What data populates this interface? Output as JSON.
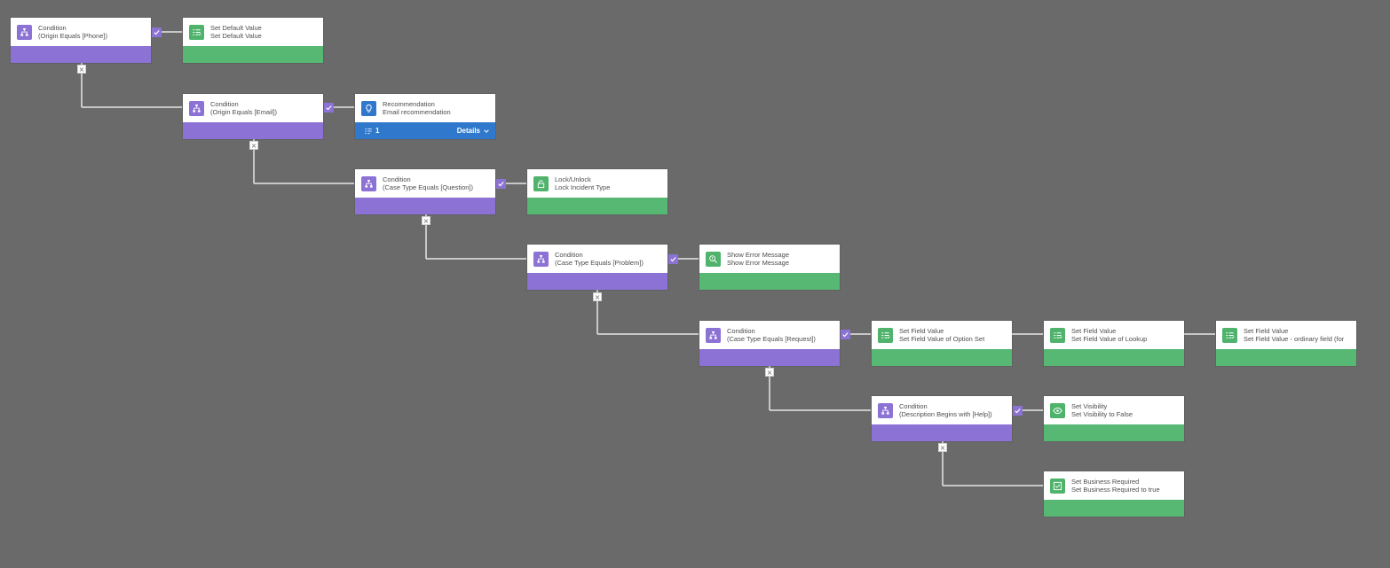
{
  "nodes": {
    "c1": {
      "type": "Condition",
      "detail": "(Origin Equals [Phone])"
    },
    "a1": {
      "type": "Set Default Value",
      "detail": "Set Default Value"
    },
    "c2": {
      "type": "Condition",
      "detail": "(Origin Equals [Email])"
    },
    "r1": {
      "type": "Recommendation",
      "detail": "Email recommendation",
      "count": "1",
      "details_label": "Details"
    },
    "c3": {
      "type": "Condition",
      "detail": "(Case Type Equals [Question])"
    },
    "a3": {
      "type": "Lock/Unlock",
      "detail": "Lock Incident Type"
    },
    "c4": {
      "type": "Condition",
      "detail": "(Case Type Equals [Problem])"
    },
    "a4": {
      "type": "Show Error Message",
      "detail": "Show Error Message"
    },
    "c5": {
      "type": "Condition",
      "detail": "(Case Type Equals [Request])"
    },
    "a5a": {
      "type": "Set Field Value",
      "detail": "Set Field Value of Option Set"
    },
    "a5b": {
      "type": "Set Field Value",
      "detail": "Set Field Value of Lookup"
    },
    "a5c": {
      "type": "Set Field Value",
      "detail": "Set Field Value - ordinary field (for"
    },
    "c6": {
      "type": "Condition",
      "detail": "(Description Begins with [Help])"
    },
    "a6": {
      "type": "Set Visibility",
      "detail": "Set Visibility to False"
    },
    "a7": {
      "type": "Set Business Required",
      "detail": "Set Business Required to true"
    }
  },
  "colors": {
    "canvas": "#6a6a6a",
    "condition": "#8b72d4",
    "action": "#57b874",
    "recommendation": "#2f78cc",
    "connector": "#e6e6e6"
  }
}
